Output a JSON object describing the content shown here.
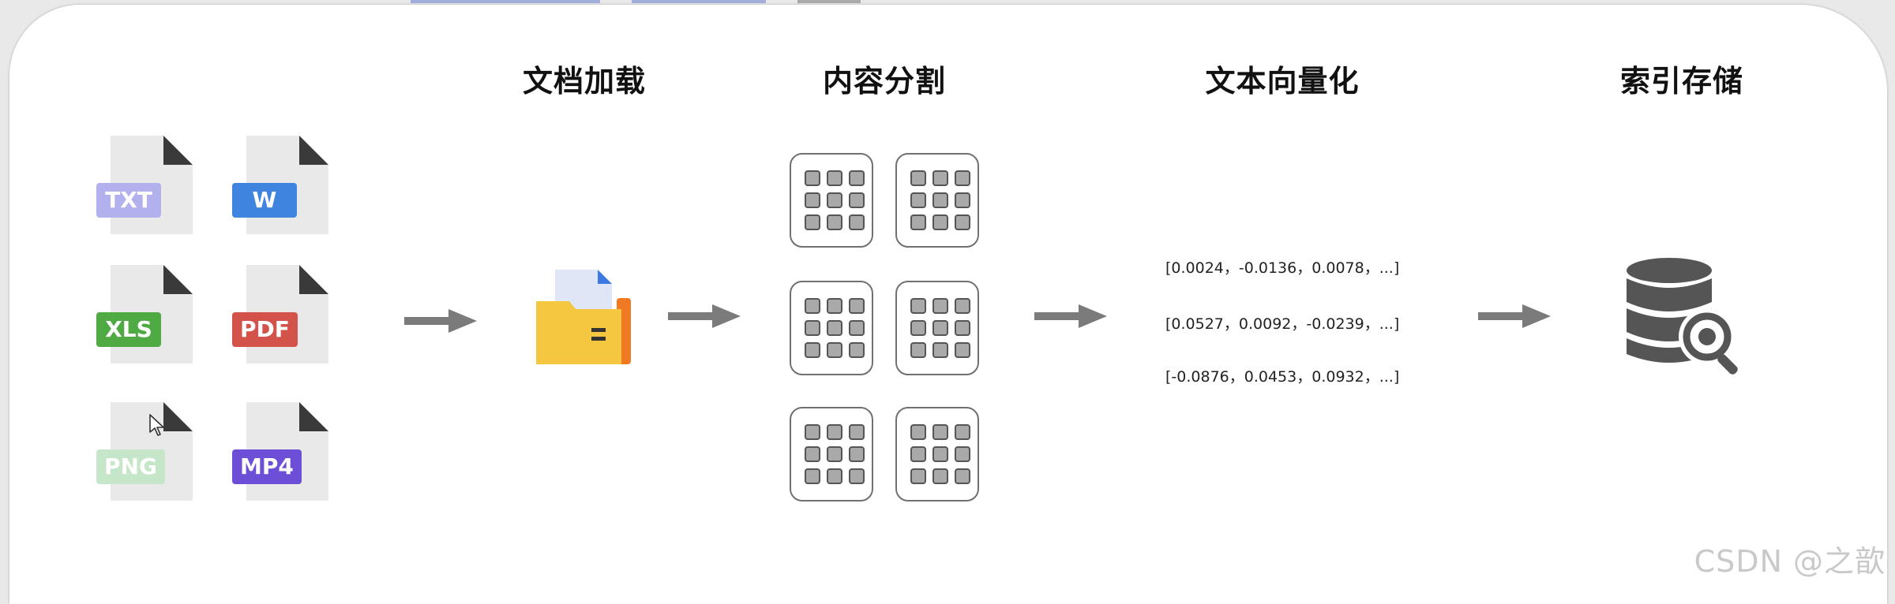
{
  "steps": [
    {
      "title": "文档加载"
    },
    {
      "title": "内容分割"
    },
    {
      "title": "文本向量化"
    },
    {
      "title": "索引存储"
    }
  ],
  "files": [
    {
      "label": "TXT",
      "color": "#b3b0ee"
    },
    {
      "label": "W",
      "color": "#3f85e0"
    },
    {
      "label": "XLS",
      "color": "#4faa43"
    },
    {
      "label": "PDF",
      "color": "#d3524a"
    },
    {
      "label": "PNG",
      "color": "#c6e6c9"
    },
    {
      "label": "MP4",
      "color": "#6c4fd6"
    }
  ],
  "vectors": [
    "[0.0024，-0.0136，0.0078，...]",
    "[0.0527，0.0092，-0.0239，...]",
    "[-0.0876，0.0453，0.0932，...]"
  ],
  "icons": {
    "folder": "folder-icon",
    "database": "database-search-icon",
    "chunk": "text-chunk-icon",
    "arrow": "arrow-right-icon"
  },
  "colors": {
    "arrow": "#7b7b7b",
    "folder_body": "#f5c640",
    "folder_tab": "#f07a22",
    "folder_paper": "#dfe6f6",
    "folder_corner": "#3f7ae0",
    "database": "#555555"
  },
  "watermark": "CSDN @之歆"
}
